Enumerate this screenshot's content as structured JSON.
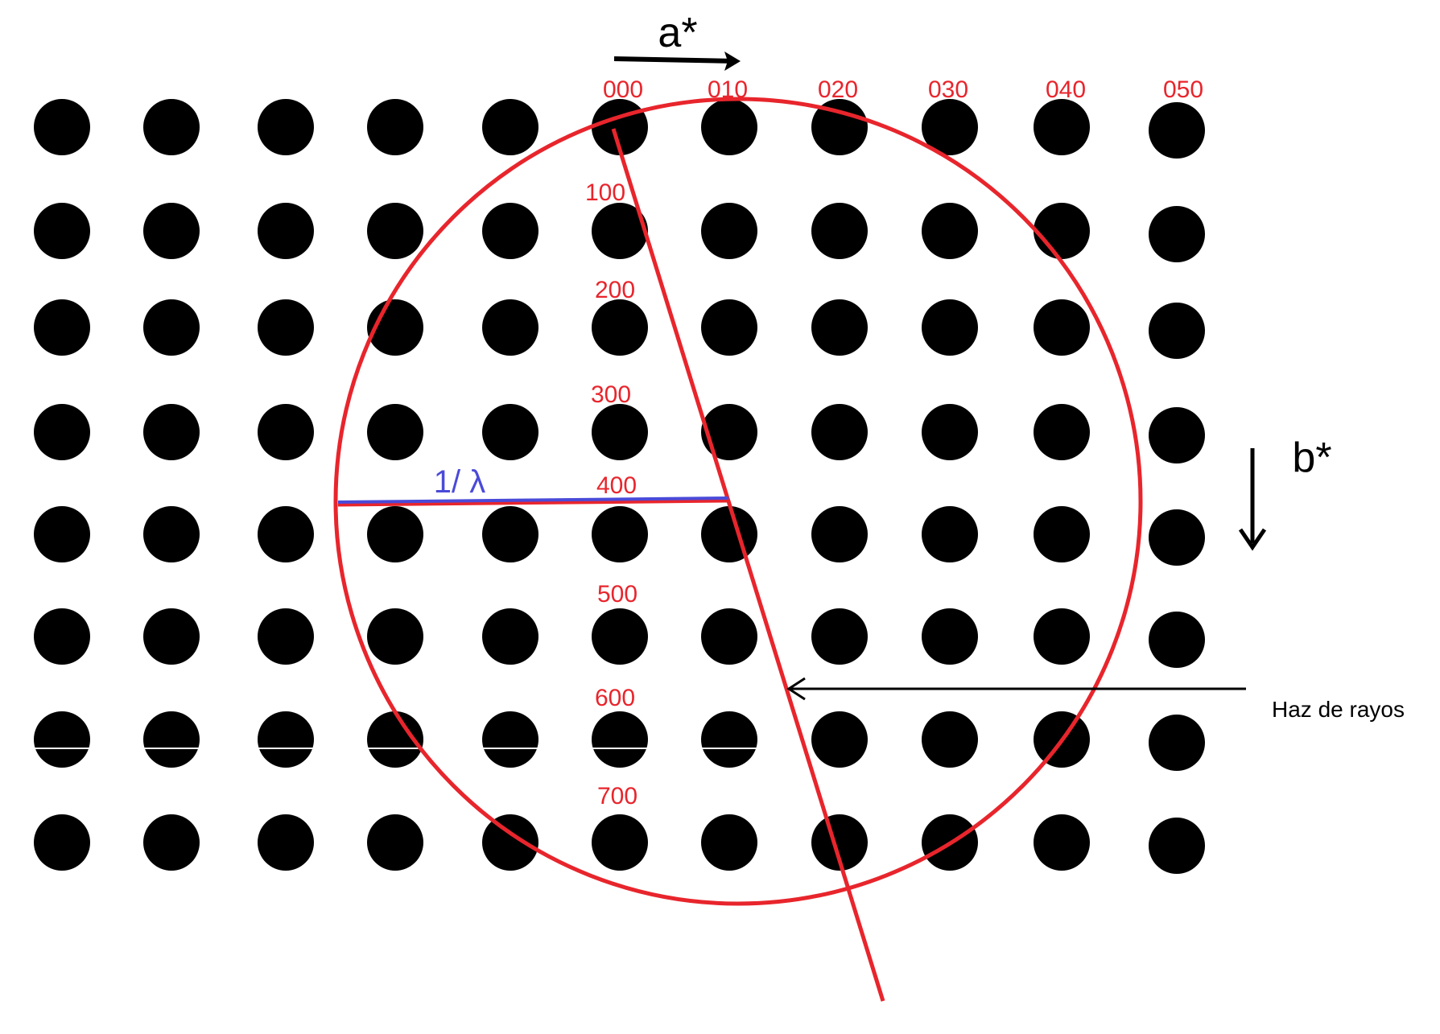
{
  "grid": {
    "rows": 8,
    "cols": 11,
    "dot_color": "#000000"
  },
  "labels": {
    "row0": [
      "000",
      "010",
      "020",
      "030",
      "040",
      "050"
    ],
    "column": [
      "100",
      "200",
      "300",
      "400",
      "500",
      "600",
      "700"
    ],
    "a_star": "a*",
    "b_star": "b*",
    "radius": "1/ λ",
    "beam": "Haz de rayos"
  },
  "colors": {
    "circle": "#e8252c",
    "labels": "#e8252c",
    "radius_line": "#4a4ad9",
    "arrows": "#000000"
  }
}
